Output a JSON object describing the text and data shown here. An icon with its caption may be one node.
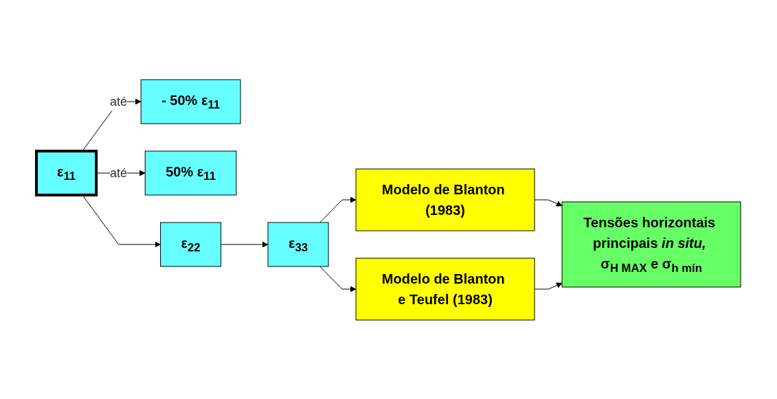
{
  "diagram": {
    "nodes": [
      {
        "text": [
          "- 50% ε$_{11}$"
        ]
      },
      {
        "text": [
          "ε$_{11}$"
        ]
      },
      {
        "text": [
          "50% ε$_{11}$"
        ]
      },
      {
        "text": [
          "ε$_{22}$"
        ]
      },
      {
        "text": [
          "ε$_{33}$"
        ]
      },
      {
        "text": [
          "Modelo de Blanton (1983)"
        ]
      },
      {
        "text": [
          "Modelo de Blanton e Teufel (1983)"
        ]
      },
      {
        "text": [
          "Tensões horizontais principais *in situ,* σ$_{H MAX}$ e σ$_{h mín}$"
        ]
      }
    ],
    "edges": [
      {
        "from": 1,
        "to": 0,
        "arrow": "to",
        "label": "até"
      },
      {
        "from": 1,
        "to": 2,
        "arrow": "to",
        "label": "até"
      },
      {
        "from": 1,
        "to": 3,
        "arrow": "to"
      },
      {
        "from": 3,
        "to": 4,
        "arrow": "to"
      },
      {
        "from": 4,
        "to": 5,
        "arrow": "to"
      },
      {
        "from": 4,
        "to": 6,
        "arrow": "to"
      },
      {
        "from": 5,
        "to": 7,
        "arrow": "to"
      },
      {
        "from": 6,
        "to": 7,
        "arrow": "to"
      }
    ]
  }
}
